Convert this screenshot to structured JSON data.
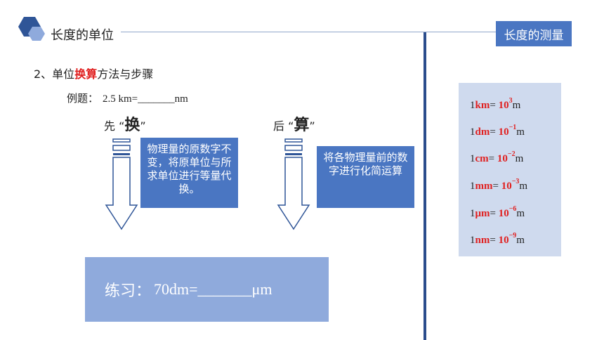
{
  "header": {
    "title": "长度的单位",
    "badge": "长度的测量"
  },
  "section": {
    "number": "2、单位",
    "highlight": "换算",
    "rest": "方法与步骤"
  },
  "example": {
    "label": "例题：",
    "equation": "2.5 km=_______nm"
  },
  "steps": [
    {
      "prefix": "先",
      "open_quote": "“",
      "keyword": "换",
      "close_quote": "”",
      "text": "物理量的原数字不变，将原单位与所求单位进行等量代换。"
    },
    {
      "prefix": "后",
      "open_quote": "“",
      "keyword": "算",
      "close_quote": "”",
      "text": "将各物理量前的数字进行化简运算"
    }
  ],
  "practice": {
    "label": "练习：",
    "equation": "70dm=_______μm"
  },
  "conversions": [
    {
      "lead": "1",
      "unit": "km",
      "eq": "= ",
      "base": "10",
      "exp": "3",
      "m": "m"
    },
    {
      "lead": "1",
      "unit": "dm",
      "eq": "= ",
      "base": "10",
      "exp": "−1",
      "m": "m"
    },
    {
      "lead": "1",
      "unit": "cm",
      "eq": "= ",
      "base": "10",
      "exp": "−2",
      "m": "m"
    },
    {
      "lead": "1",
      "unit": "mm",
      "eq": "= ",
      "base": "10",
      "exp": "−3",
      "m": "m"
    },
    {
      "lead": "1",
      "unit": "μm",
      "eq": "= ",
      "base": "10",
      "exp": "−6",
      "m": "m"
    },
    {
      "lead": "1",
      "unit": "nm",
      "eq": "= ",
      "base": "10",
      "exp": "−9",
      "m": "m"
    }
  ],
  "colors": {
    "accent_blue": "#4a76c2",
    "light_blue": "#8faadc",
    "panel_bg": "#cfdaee",
    "highlight_red": "#e02020",
    "divider": "#2b4d8c"
  }
}
